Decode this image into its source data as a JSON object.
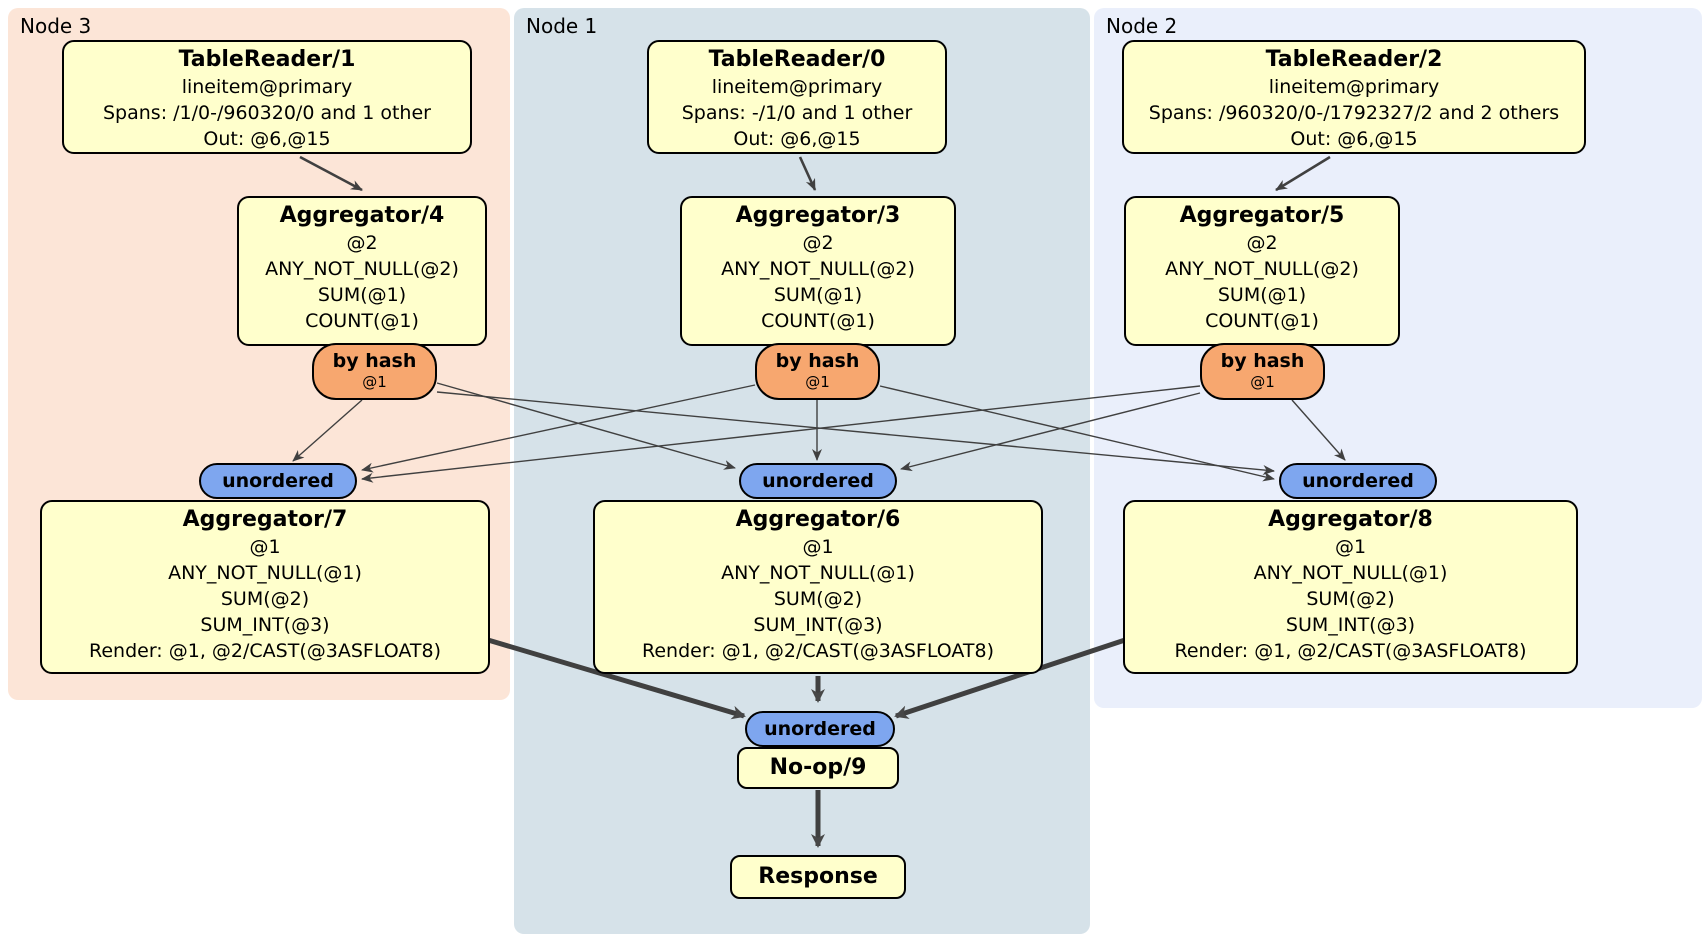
{
  "panels": {
    "node3": {
      "label": "Node 3"
    },
    "node1": {
      "label": "Node 1"
    },
    "node2": {
      "label": "Node 2"
    }
  },
  "processors": {
    "tablereader1": {
      "title": "TableReader/1",
      "lines": [
        "lineitem@primary",
        "Spans: /1/0-/960320/0 and 1 other",
        "Out: @6,@15"
      ]
    },
    "tablereader0": {
      "title": "TableReader/0",
      "lines": [
        "lineitem@primary",
        "Spans: -/1/0 and 1 other",
        "Out: @6,@15"
      ]
    },
    "tablereader2": {
      "title": "TableReader/2",
      "lines": [
        "lineitem@primary",
        "Spans: /960320/0-/1792327/2 and 2 others",
        "Out: @6,@15"
      ]
    },
    "aggregator4": {
      "title": "Aggregator/4",
      "lines": [
        "@2",
        "ANY_NOT_NULL(@2)",
        "SUM(@1)",
        "COUNT(@1)"
      ]
    },
    "aggregator3": {
      "title": "Aggregator/3",
      "lines": [
        "@2",
        "ANY_NOT_NULL(@2)",
        "SUM(@1)",
        "COUNT(@1)"
      ]
    },
    "aggregator5": {
      "title": "Aggregator/5",
      "lines": [
        "@2",
        "ANY_NOT_NULL(@2)",
        "SUM(@1)",
        "COUNT(@1)"
      ]
    },
    "aggregator7": {
      "title": "Aggregator/7",
      "lines": [
        "@1",
        "ANY_NOT_NULL(@1)",
        "SUM(@2)",
        "SUM_INT(@3)",
        "Render: @1, @2/CAST(@3ASFLOAT8)"
      ]
    },
    "aggregator6": {
      "title": "Aggregator/6",
      "lines": [
        "@1",
        "ANY_NOT_NULL(@1)",
        "SUM(@2)",
        "SUM_INT(@3)",
        "Render: @1, @2/CAST(@3ASFLOAT8)"
      ]
    },
    "aggregator8": {
      "title": "Aggregator/8",
      "lines": [
        "@1",
        "ANY_NOT_NULL(@1)",
        "SUM(@2)",
        "SUM_INT(@3)",
        "Render: @1, @2/CAST(@3ASFLOAT8)"
      ]
    },
    "noop9": {
      "title": "No-op/9"
    },
    "response": {
      "title": "Response"
    }
  },
  "routers": {
    "by_hash": {
      "label": "by hash",
      "key": "@1"
    }
  },
  "streams": {
    "unordered_label": "unordered"
  },
  "colors": {
    "node3_bg": "#fce5d7",
    "node1_bg": "#d6e2e9",
    "node2_bg": "#eaeffb",
    "processor_bg": "#ffffcc",
    "router_bg": "#f7a76f",
    "sync_bg": "#7ea6ef",
    "edge": "#404040"
  }
}
